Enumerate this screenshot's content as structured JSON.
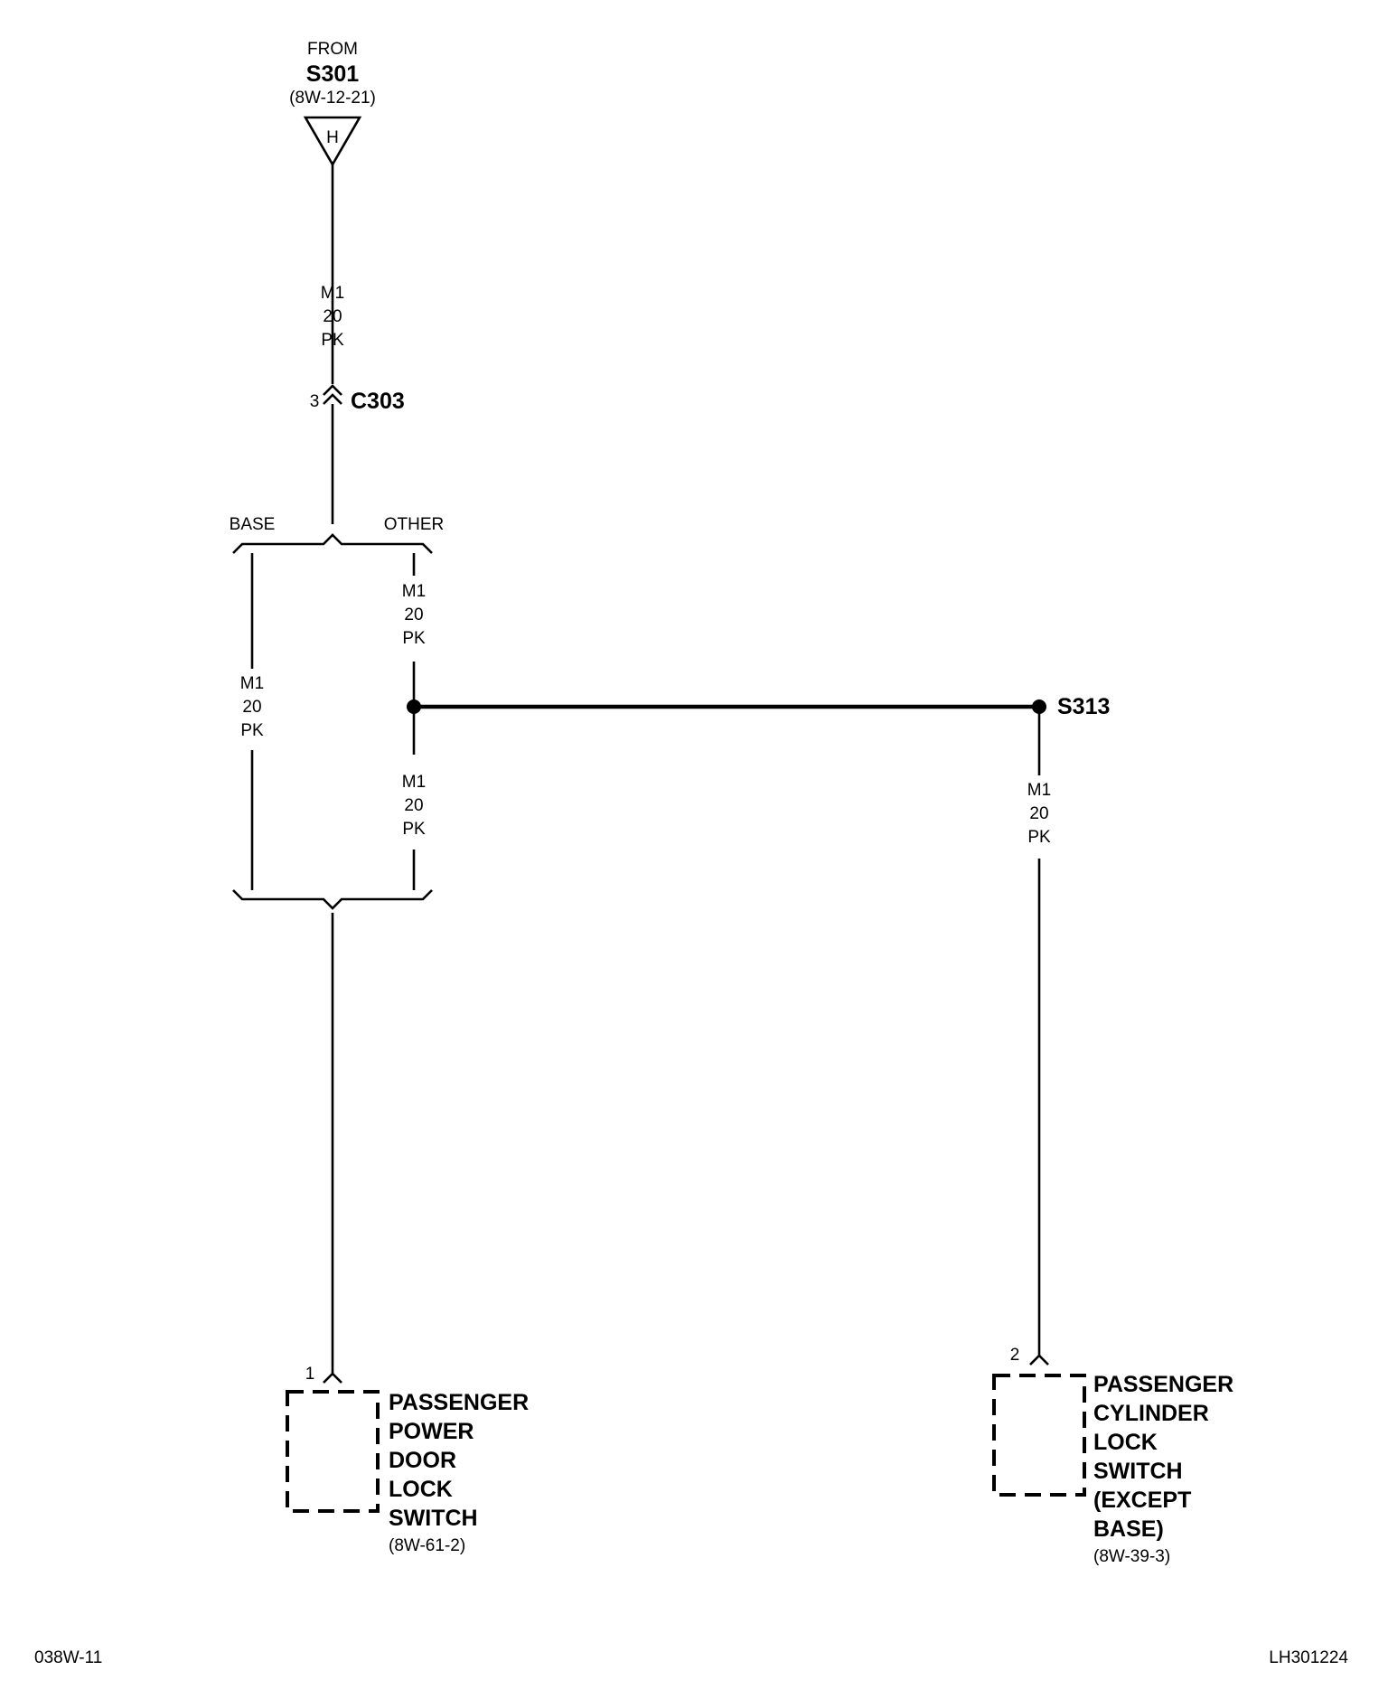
{
  "source_connector": {
    "from_label": "FROM",
    "splice": "S301",
    "page_ref": "(8W-12-21)",
    "connector_letter": "H"
  },
  "wire_spec": {
    "circuit": "M1",
    "gauge": "20",
    "color": "PK"
  },
  "inline_connector": {
    "pin": "3",
    "name": "C303"
  },
  "options": {
    "base_label": "BASE",
    "other_label": "OTHER"
  },
  "splice_s313": {
    "name": "S313"
  },
  "components": [
    {
      "pin": "1",
      "name_lines": [
        "PASSENGER",
        "POWER",
        "DOOR",
        "LOCK",
        "SWITCH"
      ],
      "page_ref": "(8W-61-2)"
    },
    {
      "pin": "2",
      "name_lines": [
        "PASSENGER",
        "CYLINDER",
        "LOCK",
        "SWITCH",
        "(EXCEPT",
        "BASE)"
      ],
      "page_ref": "(8W-39-3)"
    }
  ],
  "footer": {
    "page_code": "038W-11",
    "figure_id": "LH301224"
  }
}
